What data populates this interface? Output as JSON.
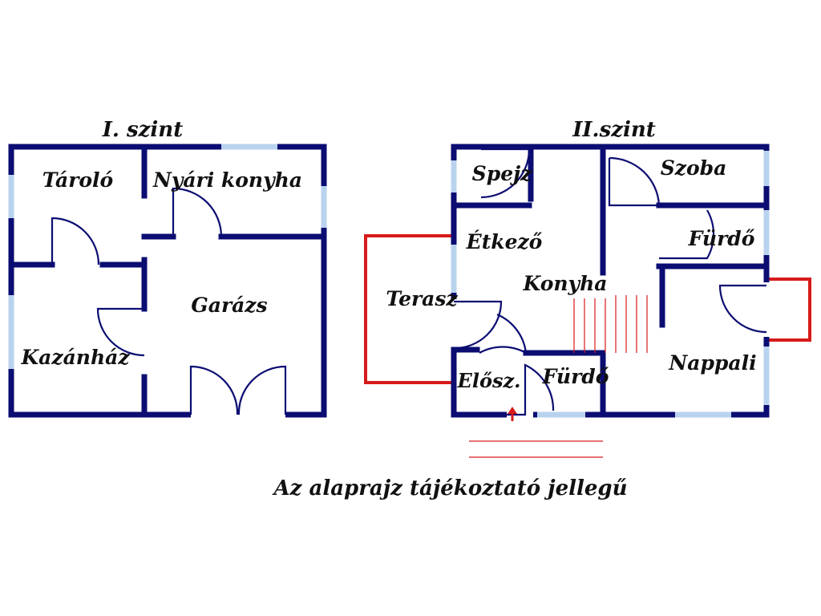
{
  "level1": {
    "title": "I. szint",
    "rooms": {
      "storage": "Tároló",
      "summer_kitchen": "Nyári konyha",
      "garage": "Garázs",
      "boiler_room": "Kazánház"
    }
  },
  "level2": {
    "title": "II.szint",
    "rooms": {
      "pantry": "Spejz",
      "room": "Szoba",
      "dining": "Étkező",
      "bathroom_upper": "Fürdő",
      "kitchen": "Konyha",
      "terrace": "Terasz",
      "hall": "Elősz.",
      "bathroom_lower": "Fürdő",
      "living_room": "Nappali"
    }
  },
  "footer": {
    "note": "Az alaprajz tájékoztató jellegű"
  },
  "colors": {
    "wall": "#0b0d72",
    "window": "#b9d3ee",
    "terrace": "#d71a1a"
  }
}
